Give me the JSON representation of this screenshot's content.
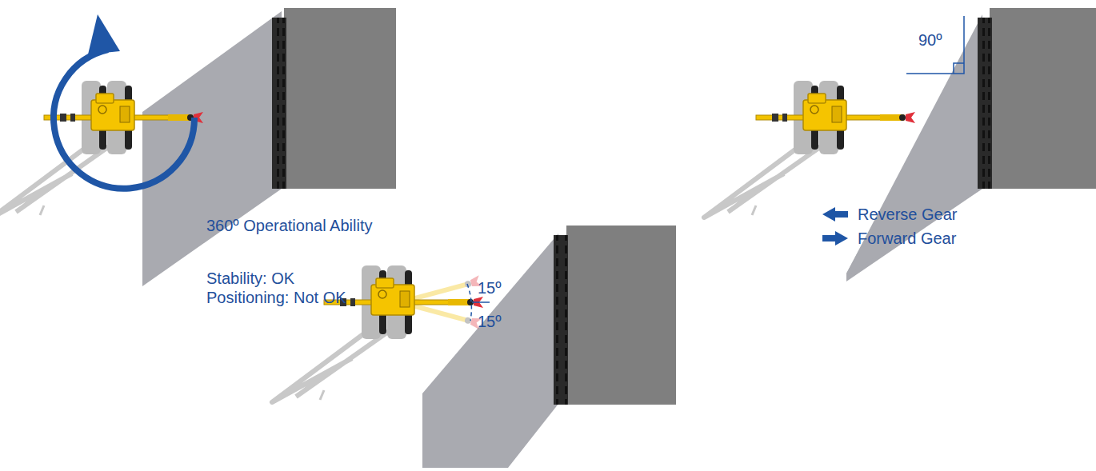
{
  "diagram": {
    "labels": [
      "360º Operational Ability",
      "Stability: OK",
      "Positioning: Not OK",
      "15º",
      "15º",
      "90º",
      "Reverse Gear",
      "Forward Gear"
    ]
  }
}
